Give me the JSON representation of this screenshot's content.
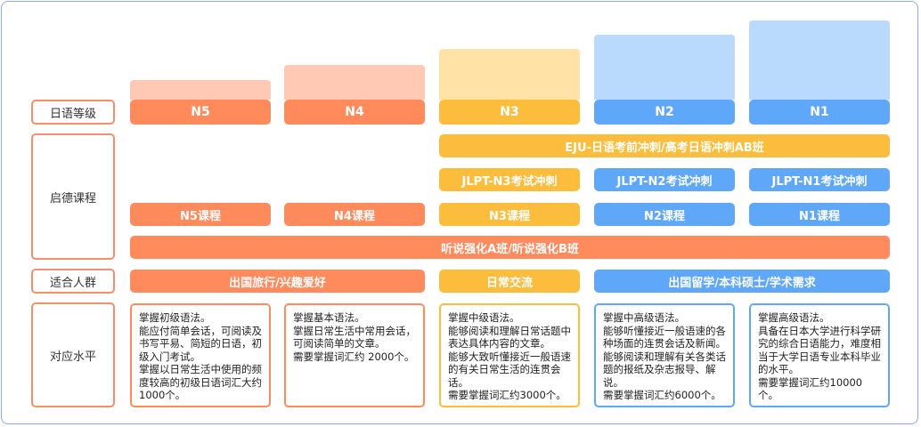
{
  "row_labels": {
    "level": "日语等级",
    "course": "启德课程",
    "audience": "适合人群",
    "ability": "对应水平"
  },
  "levels": [
    "N5",
    "N4",
    "N3",
    "N2",
    "N1"
  ],
  "courses": {
    "eju": "EJU-日语考前冲刺/高考日语冲刺AB班",
    "jlpt_n3": "JLPT-N3考试冲刺",
    "jlpt_n2": "JLPT-N2考试冲刺",
    "jlpt_n1": "JLPT-N1考试冲刺",
    "n5": "N5课程",
    "n4": "N4课程",
    "n3": "N3课程",
    "n2": "N2课程",
    "n1": "N1课程",
    "listening": "听说强化A班/听说强化B班"
  },
  "audience": {
    "beginner": "出国旅行/兴趣爱好",
    "daily": "日常交流",
    "advanced": "出国留学/本科硕士/学术需求"
  },
  "ability": {
    "n5": "掌握初级语法。\n能应付简单会话，可阅读及书写平易、简短的日语，初级入门考试。\n掌握以日常生活中使用的频度较高的初级日语词汇大约1000个。",
    "n4": "掌握基本语法。\n掌握日常生活中常用会话，可阅读简单的文章。\n需要掌握词汇约 2000个。",
    "n3": "掌握中级语法。\n能够阅读和理解日常话题中表达具体内容的文章。\n能够大致听懂接近一般语速的有关日常生活的连贯会话。\n需要掌握词汇约3000个。",
    "n2": "掌握中高级语法。\n能够听懂接近一般语速的各种场面的连贯会话及新闻。能够阅读和理解有关各类话题的报纸及杂志报导、解说。\n需要掌握词汇约6000个。",
    "n1": "掌握高级语法。\n具备在日本大学进行科学研究的综合日语能力，难度相当于大学日语专业本科毕业的水平。\n需要掌握词汇约10000个。"
  },
  "colors": {
    "orange": "#ff8a5c",
    "yellow": "#fdbd3c",
    "blue": "#5fa8f9",
    "label_border": "#f3906a"
  }
}
